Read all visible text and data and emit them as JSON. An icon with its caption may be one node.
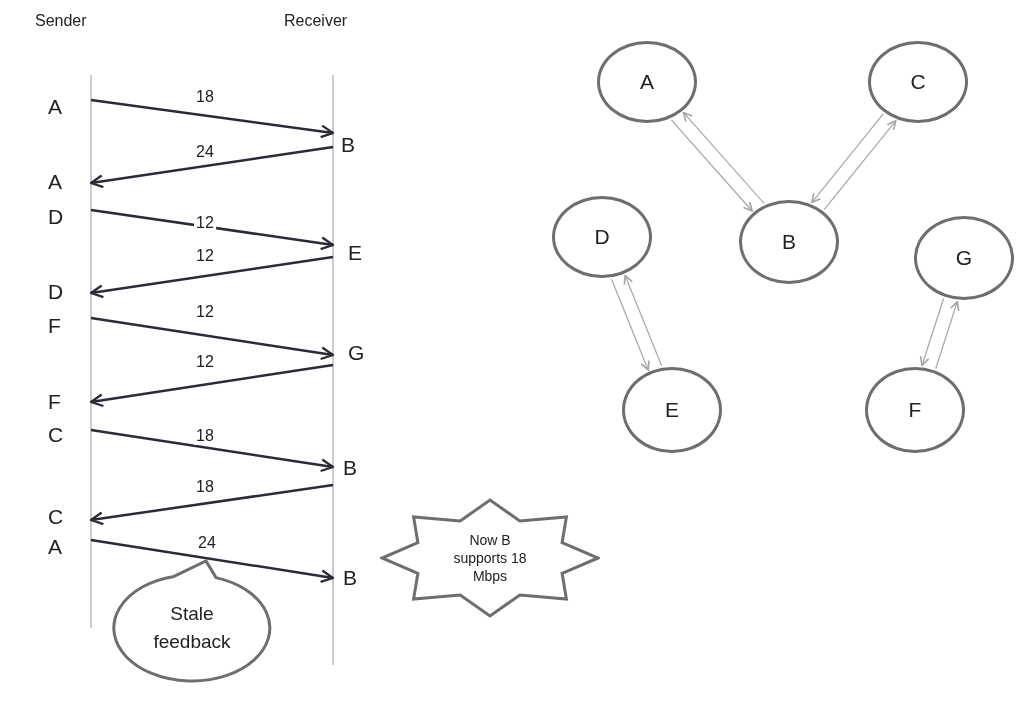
{
  "diagram": {
    "nodes": [
      {
        "text": [
          "A"
        ]
      },
      {
        "text": [
          "B"
        ]
      },
      {
        "text": [
          "A"
        ]
      },
      {
        "text": [
          "D"
        ]
      },
      {
        "text": [
          "E"
        ]
      },
      {
        "text": [
          "D"
        ]
      },
      {
        "text": [
          "F"
        ]
      },
      {
        "text": [
          "G"
        ]
      },
      {
        "text": [
          "F"
        ]
      },
      {
        "text": [
          "C"
        ]
      },
      {
        "text": [
          "B"
        ]
      },
      {
        "text": [
          "C"
        ]
      },
      {
        "text": [
          "A"
        ]
      },
      {
        "text": [
          "B"
        ]
      },
      {
        "text": [
          "Stale feedback"
        ]
      },
      {
        "text": [
          "Now B supports 18 Mbps"
        ]
      },
      {
        "text": [
          "A"
        ]
      },
      {
        "text": [
          "C"
        ]
      },
      {
        "text": [
          "D"
        ]
      },
      {
        "text": [
          "B"
        ]
      },
      {
        "text": [
          "G"
        ]
      },
      {
        "text": [
          "E"
        ]
      },
      {
        "text": [
          "F"
        ]
      }
    ],
    "edges": [
      {
        "from": 0,
        "to": 1,
        "arrow": "to",
        "label": "18"
      },
      {
        "from": 1,
        "to": 2,
        "arrow": "to",
        "label": "24"
      },
      {
        "from": 3,
        "to": 4,
        "arrow": "to",
        "label": "12"
      },
      {
        "from": 4,
        "to": 5,
        "arrow": "to",
        "label": "12"
      },
      {
        "from": 6,
        "to": 7,
        "arrow": "to",
        "label": "12"
      },
      {
        "from": 7,
        "to": 8,
        "arrow": "to",
        "label": "12"
      },
      {
        "from": 9,
        "to": 10,
        "arrow": "to",
        "label": "18"
      },
      {
        "from": 10,
        "to": 11,
        "arrow": "to",
        "label": "18"
      },
      {
        "from": 12,
        "to": 13,
        "arrow": "to",
        "label": "24"
      },
      {
        "from": 16,
        "to": 19,
        "arrow": "to",
        "color": "#a6a6a6"
      },
      {
        "from": 19,
        "to": 16,
        "arrow": "to",
        "color": "#a6a6a6"
      },
      {
        "from": 19,
        "to": 17,
        "arrow": "to",
        "color": "#a6a6a6"
      },
      {
        "from": 17,
        "to": 19,
        "arrow": "to",
        "color": "#a6a6a6"
      },
      {
        "from": 18,
        "to": 21,
        "arrow": "to",
        "color": "#a6a6a6"
      },
      {
        "from": 21,
        "to": 18,
        "arrow": "to",
        "color": "#a6a6a6"
      },
      {
        "from": 22,
        "to": 20,
        "arrow": "to",
        "color": "#a6a6a6"
      },
      {
        "from": 20,
        "to": 22,
        "arrow": "to",
        "color": "#a6a6a6"
      }
    ],
    "labels": [
      "Sender",
      "Receiver"
    ]
  }
}
